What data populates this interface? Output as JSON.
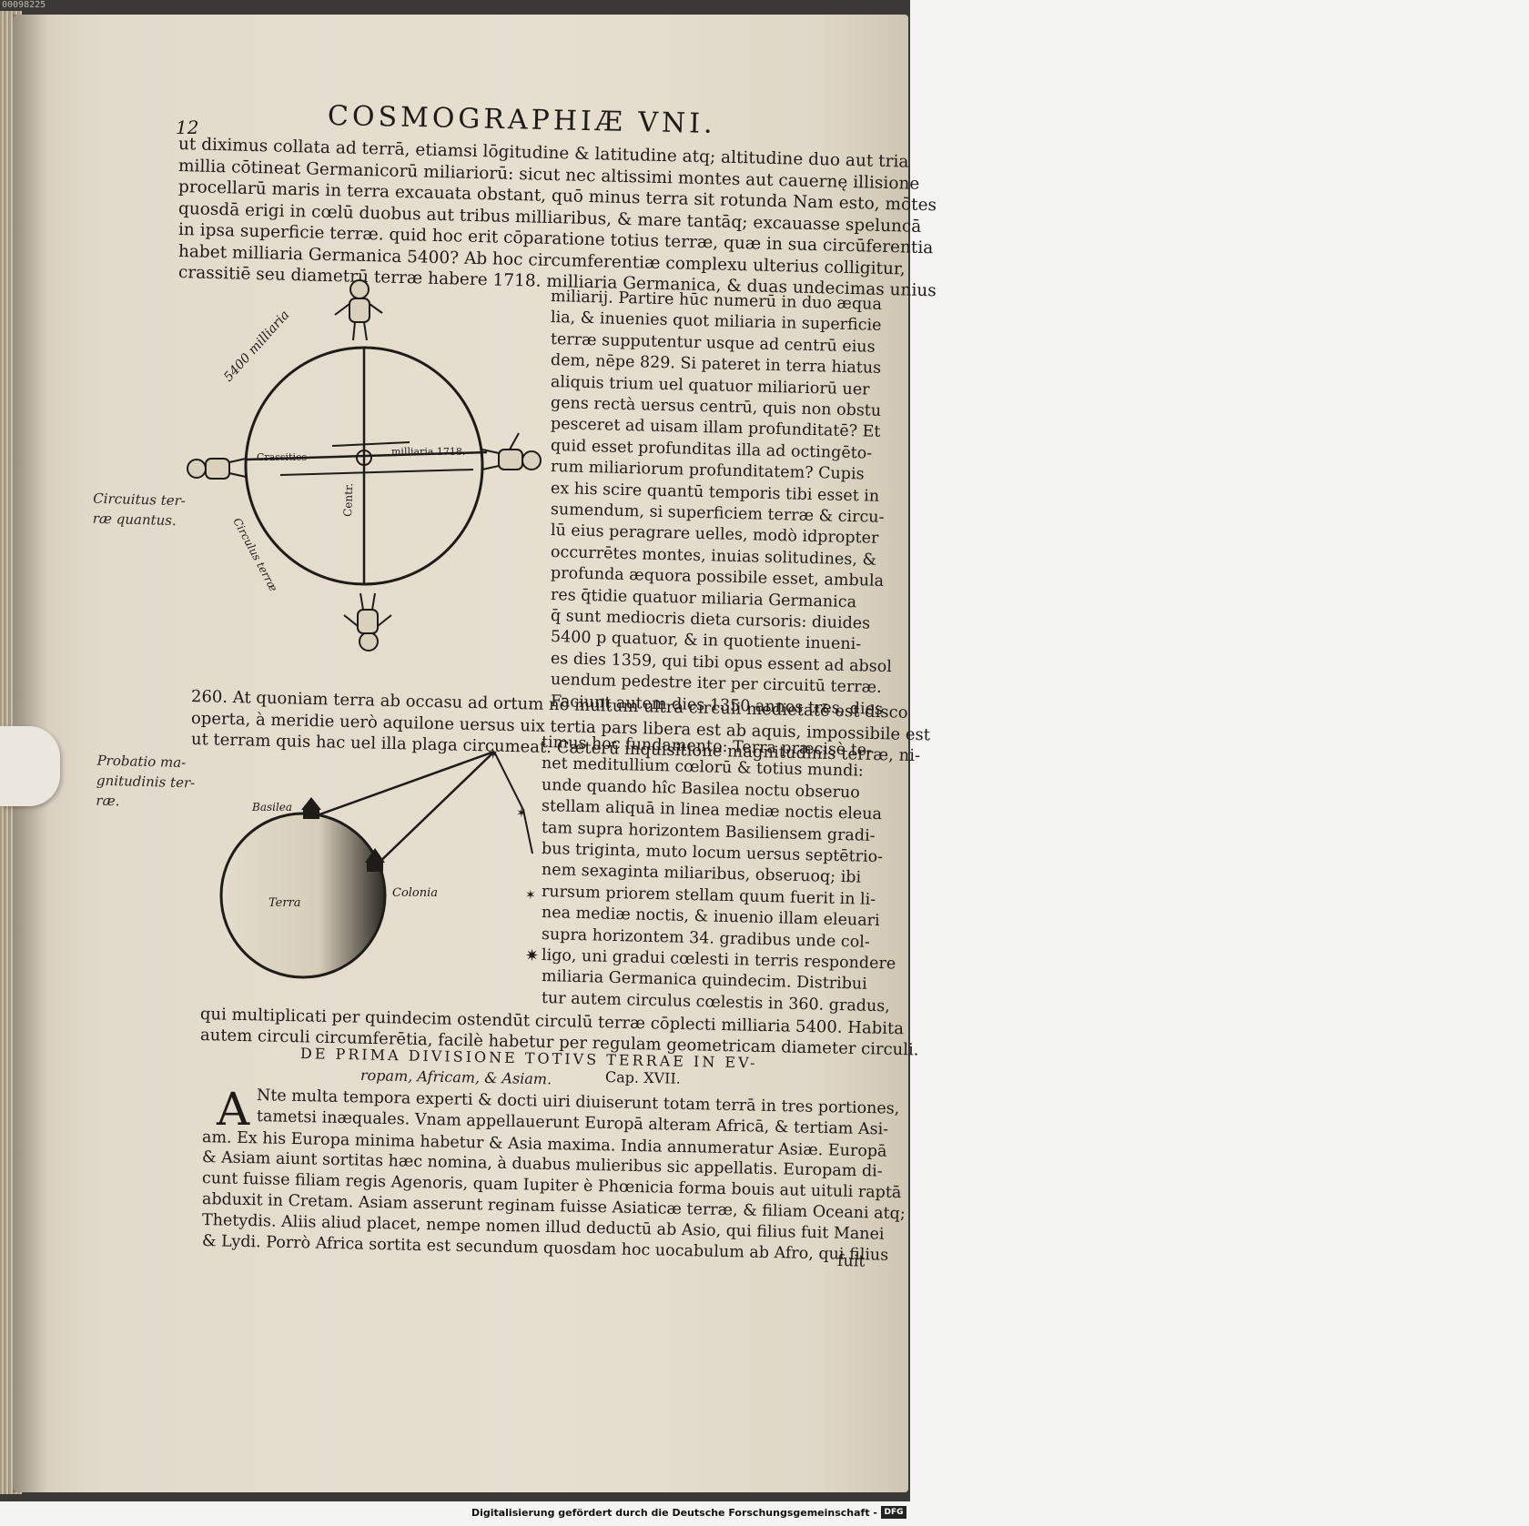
{
  "top_id": "00098225",
  "header": {
    "page_number": "12",
    "running_head": "COSMOGRAPHIÆ VNI."
  },
  "body_top": [
    "ut diximus collata ad terrā, etiamsi lōgitudine & latitudine atq; altitudine duo aut tria",
    "millia cōtineat Germanicorū miliariorū: sicut nec altissimi montes aut cauernę illisione",
    "procellarū maris in terra excauata obstant, quō minus terra sit rotunda Nam esto, mōtes",
    "quosdā erigi in cœlū duobus aut tribus milliaribus, & mare tantāq; excauasse speluncā",
    "in ipsa superficie terræ. quid hoc erit cōparatione totius terræ, quæ in sua circūferentia",
    "habet milliaria Germanica 5400? Ab hoc circumferentiæ complexu ulterius colligitur,",
    "crassitiē seu diametrū terræ habere 1718. milliaria Germanica, & duas undecimas unius"
  ],
  "column_right_1": [
    "miliarij. Partire hūc numerū in duo æqua",
    "lia, & inuenies quot miliaria in superficie",
    "terræ supputentur usque ad centrū eius",
    "dem, nēpe 829. Si pateret in terra hiatus",
    "aliquis trium uel quatuor miliariorū uer",
    "gens rectà uersus centrū, quis non obstu",
    "pesceret ad uisam illam profunditatē? Et",
    "quid esset profunditas illa ad octingēto-",
    "rum miliariorum profunditatem? Cupis",
    "ex his scire quantū temporis tibi esset in",
    "sumendum, si superficiem terræ & circu-",
    "lū eius peragrare uelles, modò idpropter",
    "occurrētes montes, inuias solitudines, &",
    "profunda æquora possibile esset, ambula",
    "res q̄tidie quatuor miliaria Germanica",
    "q̄ sunt mediocris dieta cursoris: diuides",
    "5400 p quatuor, & in quotiente inueni-",
    "es dies 1359, qui tibi opus essent ad absol",
    "uendum pedestre iter per circuitū terræ.",
    "Faciunt autem dies 1350 annos tres, dies"
  ],
  "body_middle": [
    "260. At quoniam terra ab occasu ad ortum nō multum ultra circuli medietatē est disco",
    "operta, à meridie uerò aquilone uersus uix tertia pars libera est ab aquis, impossibile est",
    "ut terram quis hac uel illa plaga circumeat. Cæterū inquisitione magnitudinis terræ, ni-"
  ],
  "column_right_2": [
    "timus hoc fundamento: Terra præcisè te-",
    "net meditullium cœlorū & totius mundi:",
    "unde quando hîc Basilea noctu obseruo",
    "stellam aliquā in linea mediæ noctis eleua",
    "tam supra horizontem Basiliensem gradi-",
    "bus triginta, muto locum uersus septētrio-",
    "nem sexaginta miliaribus, obseruoq; ibi",
    "rursum priorem stellam quum fuerit in li-",
    "nea mediæ noctis, & inuenio illam eleuari",
    "supra horizontem 34. gradibus unde col-",
    "ligo, uni gradui cœlesti in terris respondere",
    "miliaria Germanica quindecim. Distribui",
    "tur autem circulus cœlestis in 360. gradus,"
  ],
  "body_bottom": [
    "qui multiplicati per quindecim ostendūt circulū terræ cōplecti milliaria 5400. Habita",
    "autem circuli circumferētia, facilè habetur per regulam geometricam diameter circuli."
  ],
  "section": {
    "heading": "DE PRIMA DIVISIONE TOTIVS TERRAE IN EV-",
    "subheading": "ropam, Africam, & Asiam.",
    "chapter": "Cap. XVII.",
    "drop_cap": "A",
    "lines": [
      "Nte multa tempora experti & docti uiri diuiserunt totam terrā in tres portiones,",
      "tametsi inæquales. Vnam appellauerunt Europā alteram Africā, & tertiam Asi-",
      "am. Ex his Europa minima habetur & Asia maxima. India annumeratur Asiæ. Europā",
      "& Asiam aiunt sortitas hæc nomina, à duabus mulieribus sic appellatis. Europam di-",
      "cunt fuisse filiam regis Agenoris, quam Iupiter è Phœnicia forma bouis aut uituli raptā",
      "abduxit in Cretam. Asiam asserunt reginam fuisse Asiaticæ terræ, & filiam Oceani atq;",
      "Thetydis. Aliis aliud placet, nempe nomen illud deductū ab Asio, qui filius fuit Manei",
      "& Lydi. Porrò Africa sortita est secundum quosdam hoc uocabulum ab Afro, qui filius",
      "fuit"
    ]
  },
  "margins": {
    "note1": [
      "Circuitus ter-",
      "ræ quantus."
    ],
    "note2": [
      "Probatio ma-",
      "gnitudinis ter-",
      "ræ."
    ]
  },
  "figure1": {
    "label_top": "5400 milliaria",
    "label_left": "Crassities",
    "label_right": "milliaria 1718.",
    "label_center": "Centr.",
    "label_bottom": "Circulus terræ"
  },
  "figure2": {
    "label_basilea": "Basilea",
    "label_colonia": "Colonia",
    "label_terra": "Terra"
  },
  "footer": {
    "text": "Digitalisierung gefördert durch die Deutsche Forschungsgemeinschaft -",
    "logo": "DFG"
  }
}
